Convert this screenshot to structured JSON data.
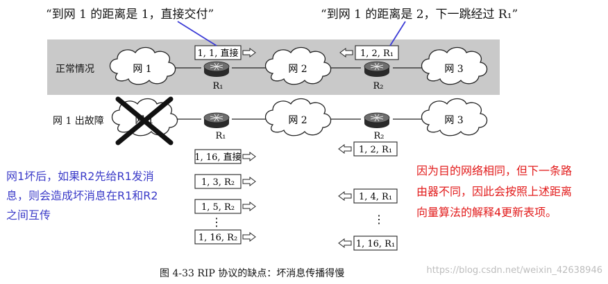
{
  "quotes": {
    "left": "“到网 1 的距离是 1，直接交付”",
    "right": "“到网 1 的距离是 2，下一跳经过 R₁”"
  },
  "rows": {
    "normal": "正常情况",
    "failure": "网 1 出故障"
  },
  "networks": {
    "net1": "网 1",
    "net2": "网 2",
    "net3": "网 3"
  },
  "routers": {
    "r1": "R₁",
    "r2": "R₂"
  },
  "normal_tables": {
    "r1": "1, 1, 直接",
    "r2": "1, 2, R₁"
  },
  "r1_updates": [
    "1, 16, 直接",
    "1, 3, R₂",
    "1, 5, R₂",
    "1, 16, R₂"
  ],
  "r2_updates": [
    "1, 2, R₁",
    "1, 4, R₁",
    "1, 16, R₁"
  ],
  "ellipsis": "⋮",
  "notes": {
    "blue": [
      "网1坏后，如果R2先给R1发消",
      "息，则会造成坏消息在R1和R2",
      "之间互传"
    ],
    "red": [
      "因为目的网络相同，但下一条路",
      "由器不同，因此会按照上述距离",
      "向量算法的解释4更新表项。"
    ]
  },
  "caption": "图 4-33    RIP 协议的缺点：坏消息传播得慢",
  "watermark": "https://blog.csdn.net/weixin_42638946",
  "colors": {
    "band": "#c9c9c9",
    "note_blue": "#3a3ac8",
    "note_red": "#e21a1a",
    "pointer": "#3b3bd6"
  }
}
